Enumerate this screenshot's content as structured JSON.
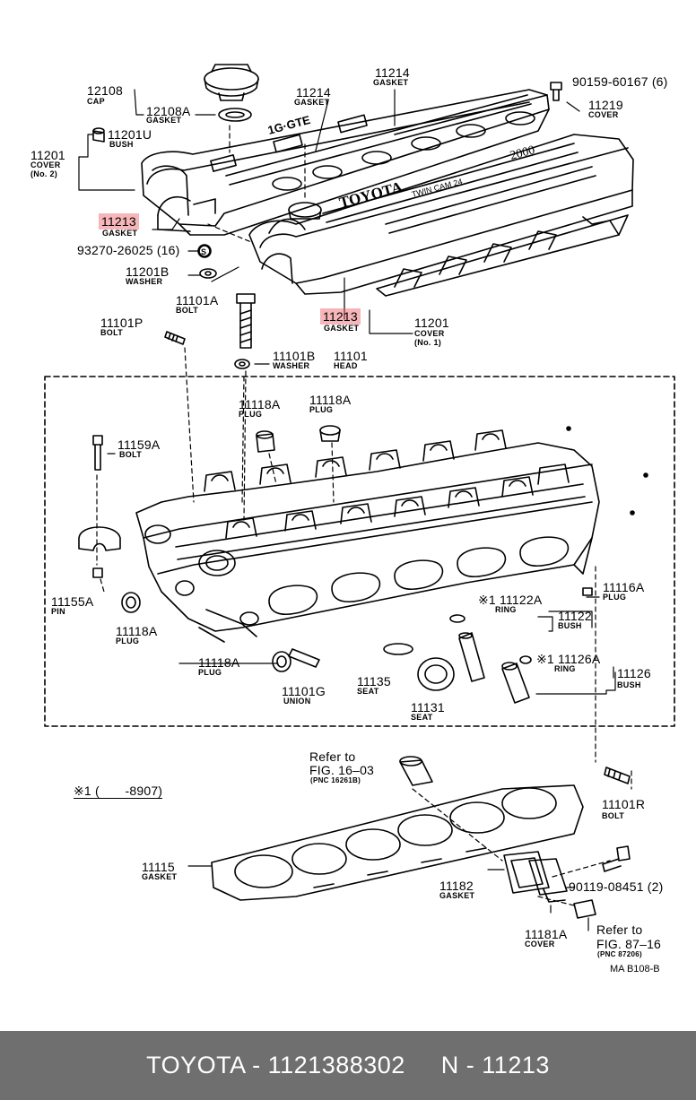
{
  "parts": {
    "p12108": {
      "number": "12108",
      "name": "CAP"
    },
    "p12108a": {
      "number": "12108A",
      "name": "GASKET"
    },
    "p11201u": {
      "number": "11201U",
      "name": "BUSH"
    },
    "p11201_2": {
      "number": "11201",
      "name": "COVER",
      "note": "(No. 2)"
    },
    "p11213_top": {
      "number": "11213",
      "name": "GASKET"
    },
    "p93270": {
      "number": "93270-26025 (16)",
      "symbol": "S"
    },
    "p11201b": {
      "number": "11201B",
      "name": "WASHER"
    },
    "p11101a": {
      "number": "11101A",
      "name": "BOLT"
    },
    "p11101p": {
      "number": "11101P",
      "name": "BOLT"
    },
    "p11101b": {
      "number": "11101B",
      "name": "WASHER"
    },
    "p11101": {
      "number": "11101",
      "name": "HEAD"
    },
    "p11214_l": {
      "number": "11214",
      "name": "GASKET"
    },
    "p11214_r": {
      "number": "11214",
      "name": "GASKET"
    },
    "p90159": {
      "number": "90159-60167 (6)"
    },
    "p11219": {
      "number": "11219",
      "name": "COVER"
    },
    "p11213_mid": {
      "number": "11213",
      "name": "GASKET"
    },
    "p11201_1": {
      "number": "11201",
      "name": "COVER",
      "note": "(No. 1)"
    },
    "p11118a_1": {
      "number": "11118A",
      "name": "PLUG"
    },
    "p11118a_2": {
      "number": "11118A",
      "name": "PLUG"
    },
    "p11159a": {
      "number": "11159A",
      "name": "BOLT"
    },
    "p11155a": {
      "number": "11155A",
      "name": "PIN"
    },
    "p11118a_3": {
      "number": "11118A",
      "name": "PLUG"
    },
    "p11118a_4": {
      "number": "11118A",
      "name": "PLUG"
    },
    "p11101g": {
      "number": "11101G",
      "name": "UNION"
    },
    "p11135": {
      "number": "11135",
      "name": "SEAT"
    },
    "p11131": {
      "number": "11131",
      "name": "SEAT"
    },
    "p11122a": {
      "number": "※1 11122A",
      "name": "RING"
    },
    "p11122": {
      "number": "11122",
      "name": "BUSH"
    },
    "p11126a": {
      "number": "※1 11126A",
      "name": "RING"
    },
    "p11126": {
      "number": "11126",
      "name": "BUSH"
    },
    "p11116a": {
      "number": "11116A",
      "name": "PLUG"
    },
    "p11101r": {
      "number": "11101R",
      "name": "BOLT"
    },
    "p11115": {
      "number": "11115",
      "name": "GASKET"
    },
    "p11182": {
      "number": "11182",
      "name": "GASKET"
    },
    "p90119": {
      "number": "90119-08451 (2)"
    },
    "p11181a": {
      "number": "11181A",
      "name": "COVER"
    }
  },
  "refs": {
    "fig16": {
      "line1": "Refer to",
      "line2": "FIG. 16–03",
      "line3": "(PNC 16261B)"
    },
    "fig87": {
      "line1": "Refer to",
      "line2": "FIG. 87–16",
      "line3": "(PNC 87206)"
    }
  },
  "footnote": "※1 (       -8907)",
  "diagram_code": "MA B108-B",
  "cast_text": {
    "no2": "1G·GTE",
    "toyota": "TOYOTA",
    "twincam": "TWIN CAM 24",
    "cc": "2000"
  },
  "footer": "TOYOTA - 1121388302     N - 11213",
  "colors": {
    "highlight": "#eb5a64",
    "footer_bg": "#6f6f6f",
    "footer_text": "#ffffff"
  }
}
